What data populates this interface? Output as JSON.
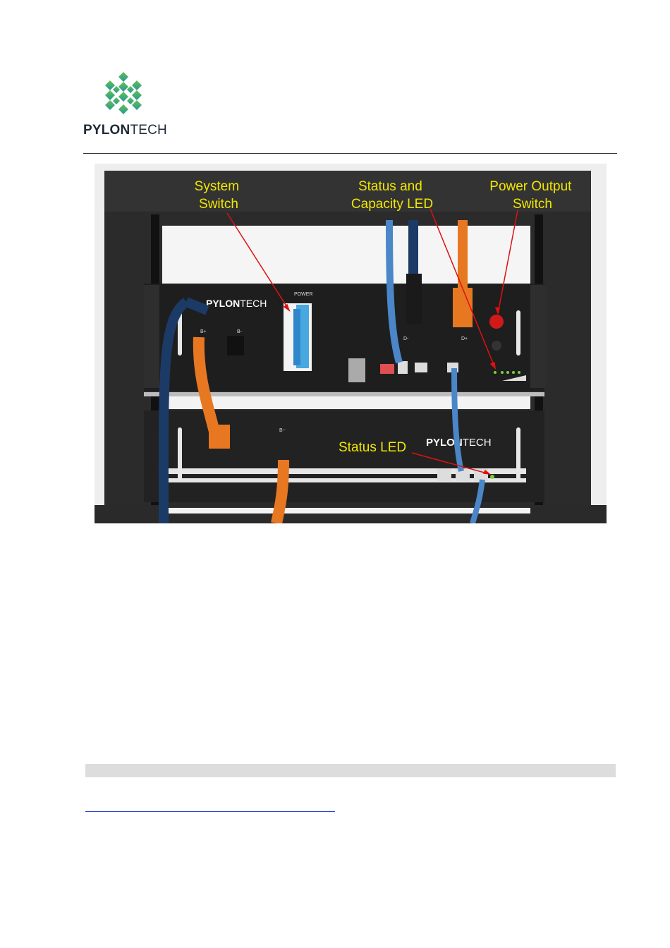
{
  "header": {
    "logo_word_bold": "PYLON",
    "logo_word_light": "TECH"
  },
  "photo": {
    "callouts": {
      "system_switch": [
        "System",
        "Switch"
      ],
      "status_capacity_led": [
        "Status and",
        "Capacity LED"
      ],
      "power_output_switch": [
        "Power Output",
        "Switch"
      ],
      "status_led": "Status LED"
    },
    "top_module": {
      "brand_bold": "PYLON",
      "brand_light": "TECH",
      "power_label": "POWER",
      "b_plus": "B+",
      "b_minus": "B-",
      "d_minus": "D-",
      "d_plus": "D+"
    },
    "bottom_module": {
      "plus": "+",
      "b_minus": "B−",
      "brand_bold": "PYLON",
      "brand_light": "TECH"
    }
  },
  "colors": {
    "callout_text": "#f2e600",
    "arrow": "#e01010",
    "orange_cable": "#e87722",
    "blue_cable": "#4a86c8",
    "navy_cable": "#1c3a66",
    "rack": "#2a2a2a"
  }
}
